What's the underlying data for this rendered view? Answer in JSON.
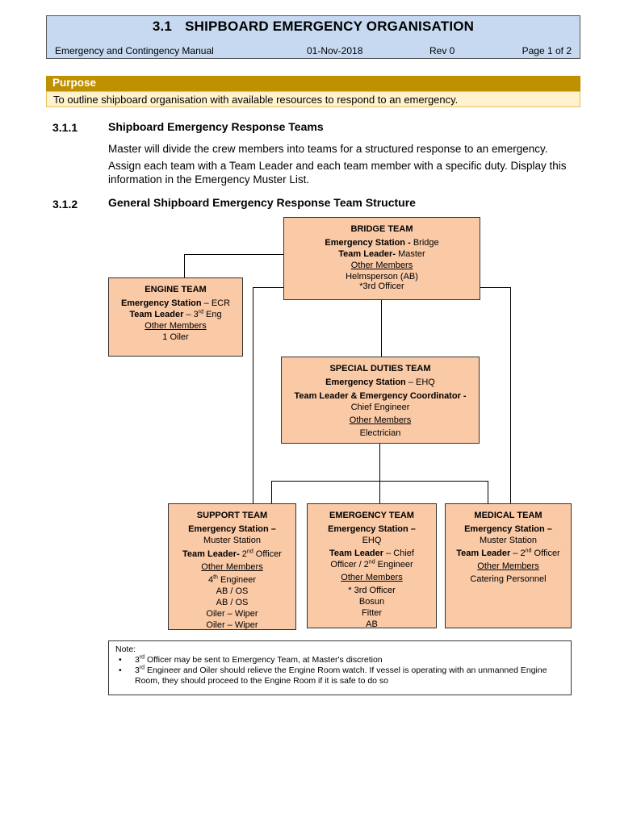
{
  "header": {
    "section_number": "3.1",
    "title": "SHIPBOARD EMERGENCY ORGANISATION",
    "manual": "Emergency and Contingency Manual",
    "date": "01-Nov-2018",
    "revision": "Rev 0",
    "page": "Page 1 of 2"
  },
  "purpose": {
    "label": "Purpose",
    "text": "To outline shipboard organisation with available resources to respond to an emergency."
  },
  "sections": [
    {
      "number": "3.1.1",
      "title": "Shipboard Emergency Response Teams",
      "paragraphs": [
        "Master will divide the crew members into teams for a structured response to an emergency.",
        "Assign each team with a Team Leader and each team member with a specific duty. Display this information in the Emergency Muster List."
      ]
    },
    {
      "number": "3.1.2",
      "title": "General Shipboard Emergency Response Team Structure"
    }
  ],
  "labels": {
    "emergency_station": "Emergency Station",
    "team_leader": "Team Leader",
    "other_members": "Other Members"
  },
  "teams": {
    "bridge": {
      "name": "BRIDGE TEAM",
      "station_sep": " - ",
      "station": "Bridge",
      "leader_sep": "- ",
      "leader": "Master",
      "members": [
        "Helmsperson (AB)",
        "*3rd Officer"
      ]
    },
    "engine": {
      "name": "ENGINE TEAM",
      "station_sep": " – ",
      "station": "ECR",
      "leader_sep": " – ",
      "leader_pre": "3",
      "leader_sup": "rd",
      "leader_post": " Eng",
      "members": [
        "1 Oiler"
      ]
    },
    "special": {
      "name": "SPECIAL DUTIES TEAM",
      "station_sep": " – ",
      "station": "EHQ",
      "leader_label": "Team Leader & Emergency Coordinator -",
      "leader": "Chief Engineer",
      "members": [
        "Electrician"
      ]
    },
    "support": {
      "name": "SUPPORT TEAM",
      "station_sep": " –",
      "station": "Muster Station",
      "leader_sep": "- ",
      "leader_pre": "2",
      "leader_sup": "nd",
      "leader_post": " Officer",
      "member_first_pre": "4",
      "member_first_sup": "th",
      "member_first_post": " Engineer",
      "members": [
        "AB / OS",
        "AB / OS",
        "Oiler – Wiper",
        "Oiler – Wiper"
      ]
    },
    "emergency": {
      "name": "EMERGENCY TEAM",
      "station_sep": " –",
      "station": "EHQ",
      "leader_sep": " – ",
      "leader_line1": "Chief",
      "leader_line2_pre": "Officer / 2",
      "leader_line2_sup": "nd",
      "leader_line2_post": " Engineer",
      "members": [
        "* 3rd Officer",
        "Bosun",
        "Fitter",
        "AB"
      ]
    },
    "medical": {
      "name": "MEDICAL TEAM",
      "station_sep": " –",
      "station": "Muster Station",
      "leader_sep": " – ",
      "leader_pre": "2",
      "leader_sup": "nd",
      "leader_post": " Officer",
      "members": [
        "Catering Personnel"
      ]
    }
  },
  "note": {
    "label": "Note:",
    "items": [
      {
        "pre": "3",
        "sup": "rd",
        "post": " Officer may be sent to Emergency Team, at Master's discretion"
      },
      {
        "pre": "3",
        "sup": "rd",
        "post": " Engineer and Oiler should relieve the Engine Room watch.  If vessel is operating with an unmanned Engine Room, they should proceed to the Engine Room if it is safe to do so"
      }
    ]
  }
}
